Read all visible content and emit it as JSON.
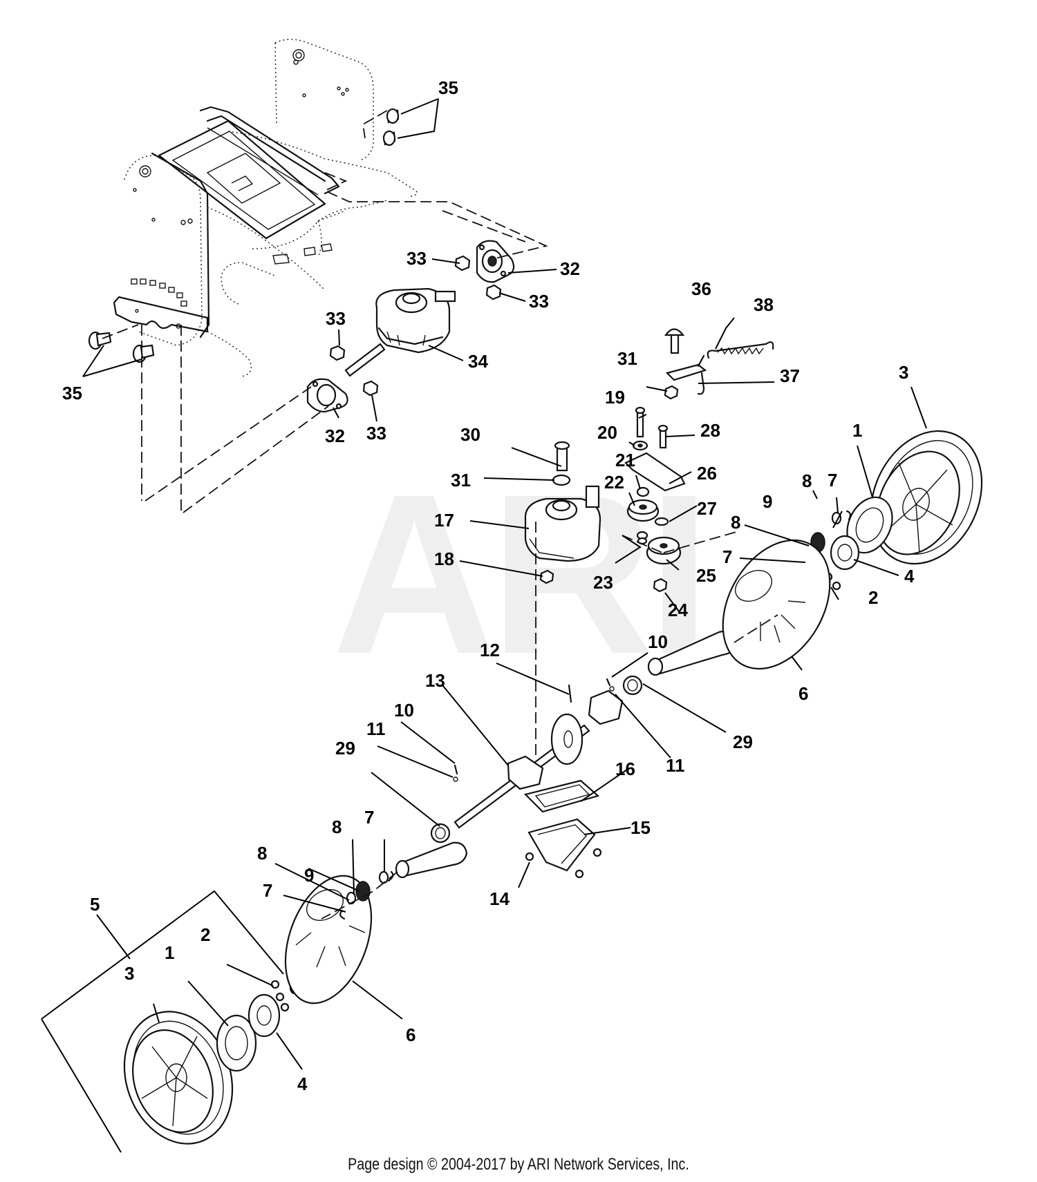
{
  "diagram": {
    "watermark": "ARI",
    "callouts": [
      {
        "id": "c35a",
        "label": "35"
      },
      {
        "id": "c33a",
        "label": "33"
      },
      {
        "id": "c32a",
        "label": "32"
      },
      {
        "id": "c33b",
        "label": "33"
      },
      {
        "id": "c33c",
        "label": "33"
      },
      {
        "id": "c34",
        "label": "34"
      },
      {
        "id": "c35b",
        "label": "35"
      },
      {
        "id": "c32b",
        "label": "32"
      },
      {
        "id": "c33d",
        "label": "33"
      },
      {
        "id": "c36",
        "label": "36"
      },
      {
        "id": "c38",
        "label": "38"
      },
      {
        "id": "c31a",
        "label": "31"
      },
      {
        "id": "c37",
        "label": "37"
      },
      {
        "id": "c3a",
        "label": "3"
      },
      {
        "id": "c19",
        "label": "19"
      },
      {
        "id": "c20",
        "label": "20"
      },
      {
        "id": "c28",
        "label": "28"
      },
      {
        "id": "c1a",
        "label": "1"
      },
      {
        "id": "c30",
        "label": "30"
      },
      {
        "id": "c21",
        "label": "21"
      },
      {
        "id": "c26",
        "label": "26"
      },
      {
        "id": "c8a",
        "label": "8"
      },
      {
        "id": "c7a",
        "label": "7"
      },
      {
        "id": "c31b",
        "label": "31"
      },
      {
        "id": "c22",
        "label": "22"
      },
      {
        "id": "c27",
        "label": "27"
      },
      {
        "id": "c9a",
        "label": "9"
      },
      {
        "id": "c17",
        "label": "17"
      },
      {
        "id": "c8b",
        "label": "8"
      },
      {
        "id": "c7b",
        "label": "7"
      },
      {
        "id": "c4a",
        "label": "4"
      },
      {
        "id": "c18",
        "label": "18"
      },
      {
        "id": "c23",
        "label": "23"
      },
      {
        "id": "c25",
        "label": "25"
      },
      {
        "id": "c2a",
        "label": "2"
      },
      {
        "id": "c24",
        "label": "24"
      },
      {
        "id": "c10a",
        "label": "10"
      },
      {
        "id": "c12",
        "label": "12"
      },
      {
        "id": "c6a",
        "label": "6"
      },
      {
        "id": "c13",
        "label": "13"
      },
      {
        "id": "c10b",
        "label": "10"
      },
      {
        "id": "c29a",
        "label": "29"
      },
      {
        "id": "c11a",
        "label": "11"
      },
      {
        "id": "c11b",
        "label": "11"
      },
      {
        "id": "c29b",
        "label": "29"
      },
      {
        "id": "c16",
        "label": "16"
      },
      {
        "id": "c8c",
        "label": "8"
      },
      {
        "id": "c7c",
        "label": "7"
      },
      {
        "id": "c15",
        "label": "15"
      },
      {
        "id": "c8d",
        "label": "8"
      },
      {
        "id": "c9b",
        "label": "9"
      },
      {
        "id": "c14",
        "label": "14"
      },
      {
        "id": "c7d",
        "label": "7"
      },
      {
        "id": "c5",
        "label": "5"
      },
      {
        "id": "c2b",
        "label": "2"
      },
      {
        "id": "c1b",
        "label": "1"
      },
      {
        "id": "c3b",
        "label": "3"
      },
      {
        "id": "c6b",
        "label": "6"
      },
      {
        "id": "c4b",
        "label": "4"
      }
    ]
  },
  "footer": {
    "text": "Page design © 2004-2017 by ARI Network Services, Inc."
  }
}
